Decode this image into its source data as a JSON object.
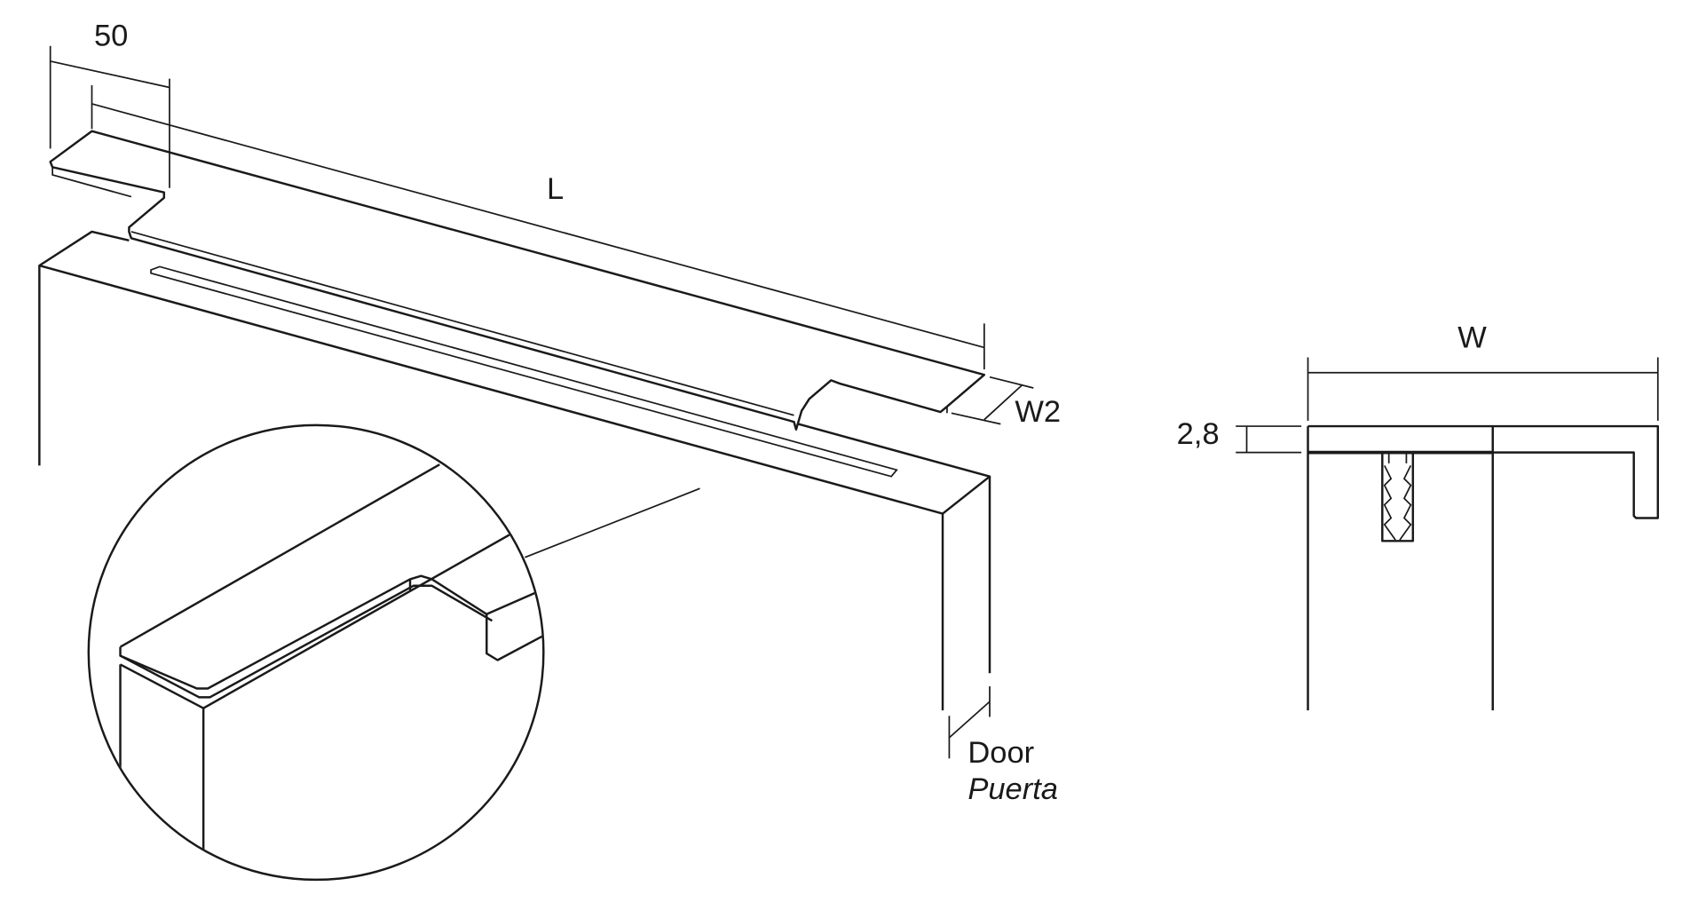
{
  "dimensions": {
    "tab_length": "50",
    "length": "L",
    "depth": "W2",
    "width": "W",
    "thickness": "2,8"
  },
  "labels": {
    "door_en": "Door",
    "door_es": "Puerta"
  },
  "colors": {
    "line": "#1a1a1a",
    "background": "#ffffff"
  }
}
